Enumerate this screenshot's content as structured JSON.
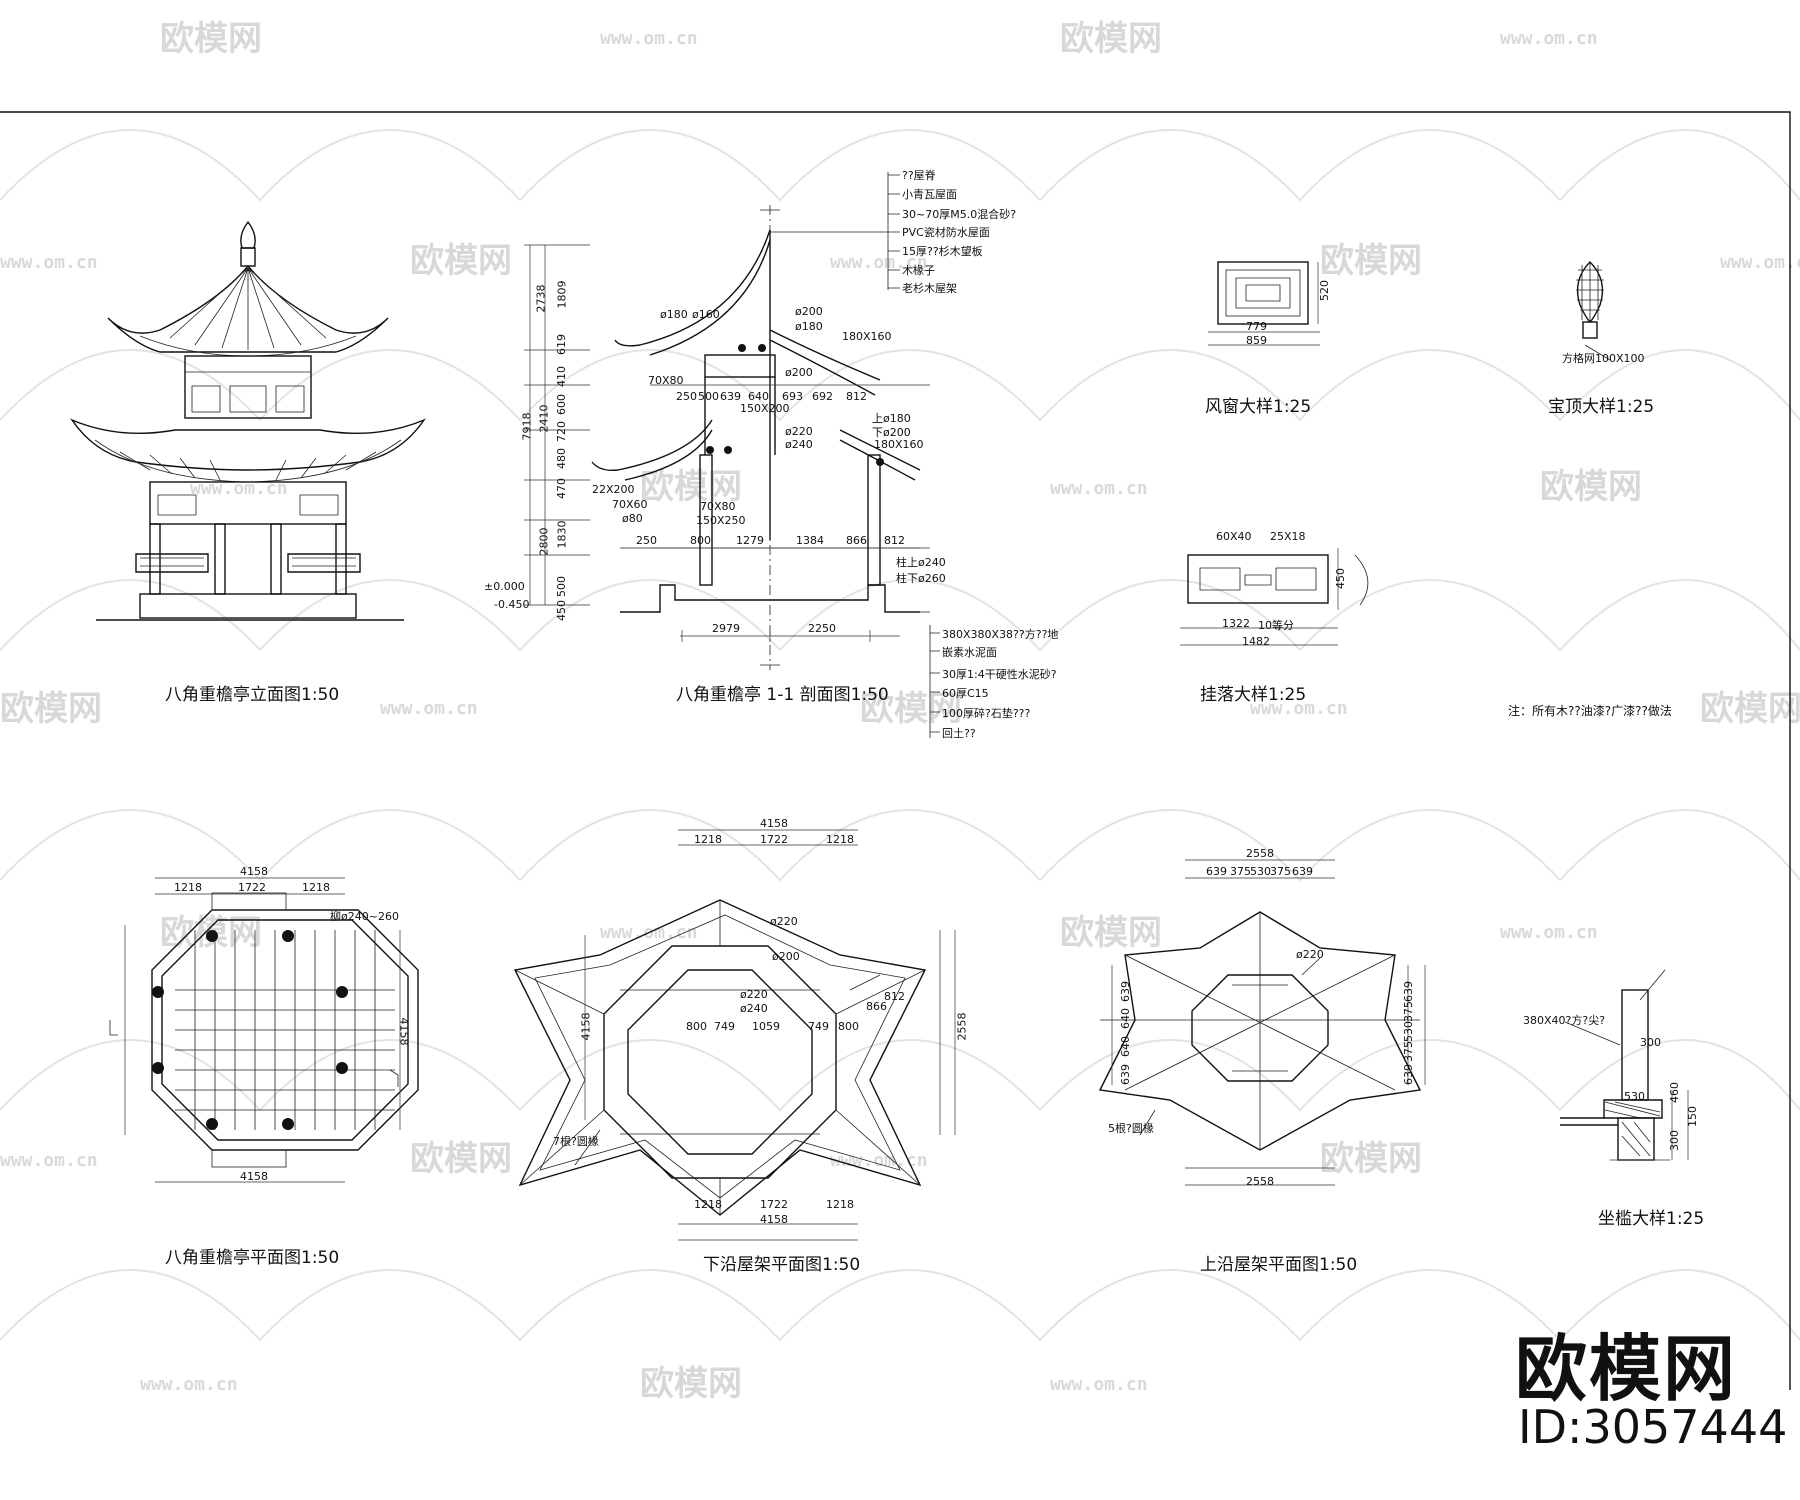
{
  "watermarks": {
    "brand": "欧模网",
    "site": "www.om.cn"
  },
  "drawings": {
    "elevation_title": "八角重檐亭立面图1:50",
    "section_title": "八角重檐亭 1-1 剖面图1:50",
    "window_title": "风窗大样1:25",
    "finial_title": "宝顶大样1:25",
    "hanging_title": "挂落大样1:25",
    "plan_title": "八角重檐亭平面图1:50",
    "lower_roof_title": "下沿屋架平面图1:50",
    "upper_roof_title": "上沿屋架平面图1:50",
    "seat_title": "坐槛大样1:25"
  },
  "notes": {
    "general_note": "注：所有木??油漆?广漆??做法",
    "finial_label": "方格网100X100",
    "seat_label": "380X40?方?尖?",
    "column_label": "柳ø240~260",
    "lower_rafter_label": "7根?圆椽",
    "upper_rafter_label": "5根?圆椽",
    "window_dims": [
      "779",
      "859",
      "520"
    ],
    "hanging_dims": [
      "60X40",
      "25X18",
      "1322",
      "10等分",
      "1482",
      "450"
    ],
    "plan_dims": [
      "4158",
      "1218",
      "1722",
      "1218"
    ],
    "upper_plan_dims": [
      "2558",
      "639",
      "375",
      "530",
      "375",
      "639"
    ],
    "section_roof_layers": [
      "??屋脊",
      "小青瓦屋面",
      "30~70厚M5.0混合砂?",
      "PVC瓷材防水屋面",
      "15厚??杉木望板",
      "木椽子",
      "老杉木屋架"
    ],
    "section_floor_layers": [
      "380X380X38??方??地",
      "嵌素水泥面",
      "30厚1:4干硬性水泥砂?",
      "60厚C15",
      "100厚碎?石垫???",
      "回土??"
    ],
    "section_heights": [
      "2738",
      "1809",
      "619",
      "410",
      "600",
      "7918",
      "2410",
      "720",
      "480",
      "470",
      "2800",
      "1830",
      "500",
      "450"
    ],
    "section_level": "±0.000",
    "section_level2": "-0.450",
    "section_members": [
      "ø180",
      "ø160",
      "ø200",
      "ø180",
      "180X160",
      "70X80",
      "ø200",
      "150X200",
      "ø220",
      "ø240",
      "上ø180",
      "下ø200",
      "180X160",
      "22X200",
      "70X60",
      "ø80",
      "70X80",
      "150X250",
      "柱上ø240",
      "柱下ø260"
    ],
    "section_spans": [
      "250",
      "500",
      "639",
      "640",
      "693",
      "692",
      "812",
      "250",
      "800",
      "1279",
      "1384",
      "866",
      "812",
      "2979",
      "2250"
    ],
    "lower_roof_members": [
      "ø220",
      "ø200",
      "ø220",
      "ø240",
      "800",
      "749",
      "1059",
      "749",
      "800",
      "866",
      "812",
      "2558"
    ],
    "upper_roof_members": [
      "ø220",
      "639",
      "640",
      "640",
      "639",
      "639",
      "375",
      "530",
      "375",
      "639"
    ],
    "seat_dims": [
      "300",
      "460",
      "150",
      "300",
      "530"
    ]
  },
  "logo": {
    "text": "欧模网",
    "id": "ID:3057444"
  }
}
